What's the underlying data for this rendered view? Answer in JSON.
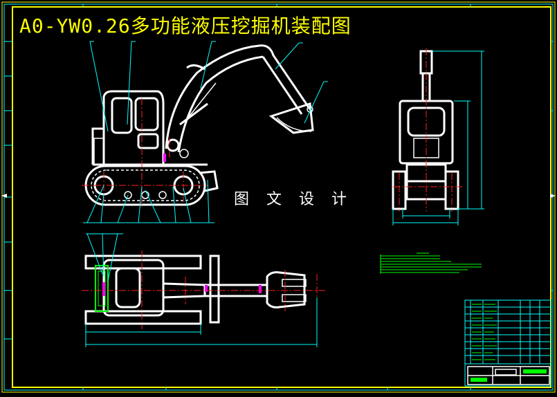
{
  "drawing": {
    "title": "A0-YW0.26多功能液压挖掘机装配图",
    "watermark": "图 文 设 计"
  },
  "colors": {
    "background": "#000000",
    "title": "#ffff00",
    "frame": "#ffff00",
    "dimension_lines": "#00ffff",
    "outline": "#ffffff",
    "center_lines": "#ff2020",
    "parts_list": "#00ff00",
    "highlight": "#ff00ff"
  },
  "views": [
    "side-elevation",
    "front-elevation",
    "top-plan"
  ],
  "components": [
    "cab",
    "boom",
    "arm",
    "bucket",
    "crawler-track",
    "dozer-blade"
  ]
}
